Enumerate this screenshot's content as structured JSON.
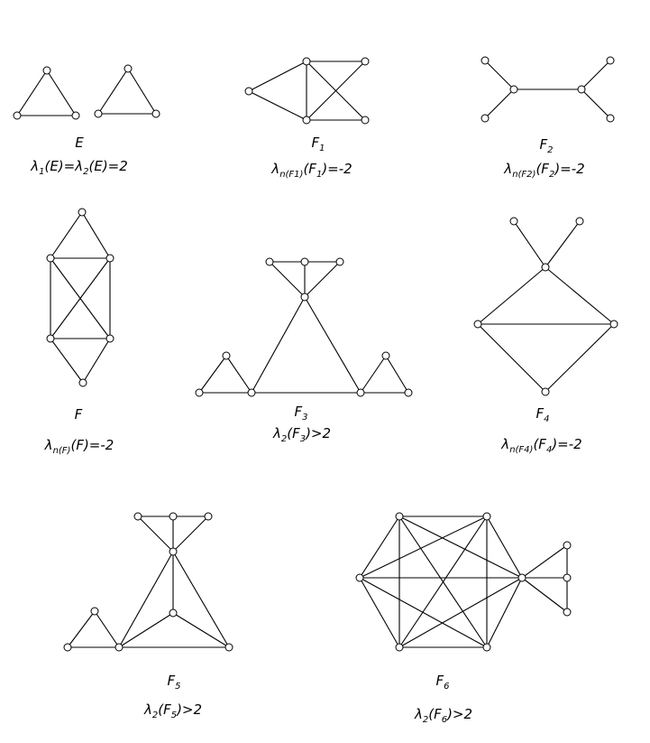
{
  "graphs": [
    {
      "id": "E",
      "name_base": "E",
      "name_sub": "",
      "eq": [
        {
          "t": "λ"
        },
        {
          "s": "1"
        },
        {
          "t": "(E)=λ"
        },
        {
          "s": "2"
        },
        {
          "t": "(E)=2"
        }
      ]
    },
    {
      "id": "F1",
      "name_base": "F",
      "name_sub": "1",
      "eq": [
        {
          "t": "λ"
        },
        {
          "s": "n(F1)"
        },
        {
          "t": "(F"
        },
        {
          "s": "1"
        },
        {
          "t": ")=-2"
        }
      ]
    },
    {
      "id": "F2",
      "name_base": "F",
      "name_sub": "2",
      "eq": [
        {
          "t": "λ"
        },
        {
          "s": "n(F2)"
        },
        {
          "t": "(F"
        },
        {
          "s": "2"
        },
        {
          "t": ")=-2"
        }
      ]
    },
    {
      "id": "F",
      "name_base": "F",
      "name_sub": "",
      "eq": [
        {
          "t": "λ"
        },
        {
          "s": "n(F)"
        },
        {
          "t": "(F)=-2"
        }
      ]
    },
    {
      "id": "F3",
      "name_base": "F",
      "name_sub": "3",
      "eq": [
        {
          "t": "λ"
        },
        {
          "s": "2"
        },
        {
          "t": "(F"
        },
        {
          "s": "3"
        },
        {
          "t": ")>2"
        }
      ]
    },
    {
      "id": "F4",
      "name_base": "F",
      "name_sub": "4",
      "eq": [
        {
          "t": "λ"
        },
        {
          "s": "n(F4)"
        },
        {
          "t": "(F"
        },
        {
          "s": "4"
        },
        {
          "t": ")=-2"
        }
      ]
    },
    {
      "id": "F5",
      "name_base": "F",
      "name_sub": "5",
      "eq": [
        {
          "t": "λ"
        },
        {
          "s": "2"
        },
        {
          "t": "(F"
        },
        {
          "s": "5"
        },
        {
          "t": ")>2"
        }
      ]
    },
    {
      "id": "F6",
      "name_base": "F",
      "name_sub": "6",
      "eq": [
        {
          "t": "λ"
        },
        {
          "s": "2"
        },
        {
          "t": "(F"
        },
        {
          "s": "6"
        },
        {
          "t": ")>2"
        }
      ]
    }
  ]
}
